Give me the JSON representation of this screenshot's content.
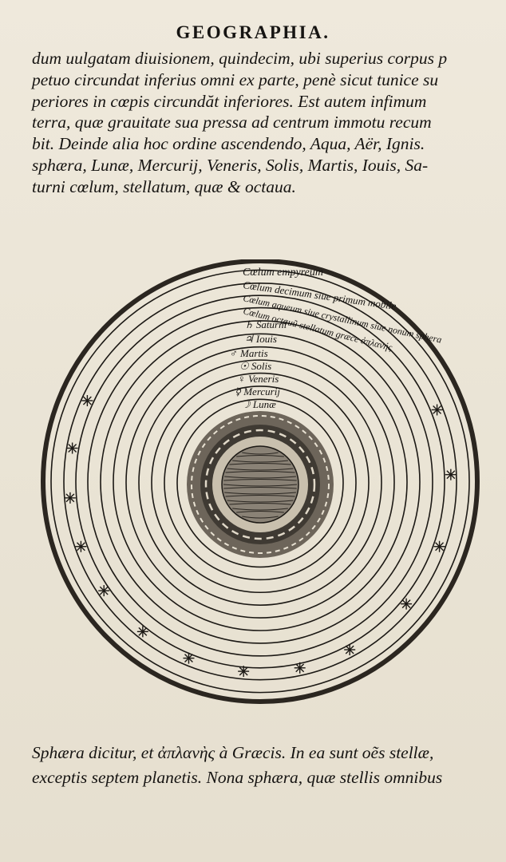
{
  "header": {
    "title": "GEOGRAPHIA."
  },
  "top_text": {
    "lines": [
      "dum uulgatam diuisionem, quindecim, ubi superius corpus p",
      "petuo circundat inferius omni ex parte, penè sicut tunice su",
      "periores in cœpis circundăt inferiores. Est autem infimum",
      "terra, quæ grauitate sua pressa ad centrum immotu recum",
      "bit. Deinde alia hoc ordine ascendendo, Aqua, Aër, Ignis.",
      "sphæra, Lunæ, Mercurij, Veneris, Solis, Martis, Iouis, Sa-",
      "turni cœlum, stellatum, quæ & octaua."
    ]
  },
  "diagram": {
    "sphere_labels": [
      "Cœlum empyreum",
      "Cœlum decimum siue primum mobile",
      "Cœlum aqueum siue crystallinum siue nonum sphera",
      "Cœlum octauũ stellatum græce ἀπλανής",
      "♄ Saturni",
      "♃ Iouis",
      "♂ Martis",
      "☉ Solis",
      "♀ Veneris",
      "☿ Mercurij",
      "☽ Lunæ"
    ]
  },
  "bottom_text": {
    "lines": [
      "Sphæra dicitur, et ἀπλανὴς à Græcis. In ea sunt oẽs stellæ,",
      "exceptis septem planetis. Nona sphæra, quæ stellis omnibus"
    ]
  },
  "colors": {
    "paper": "#ece6d8",
    "ink": "#161412"
  }
}
